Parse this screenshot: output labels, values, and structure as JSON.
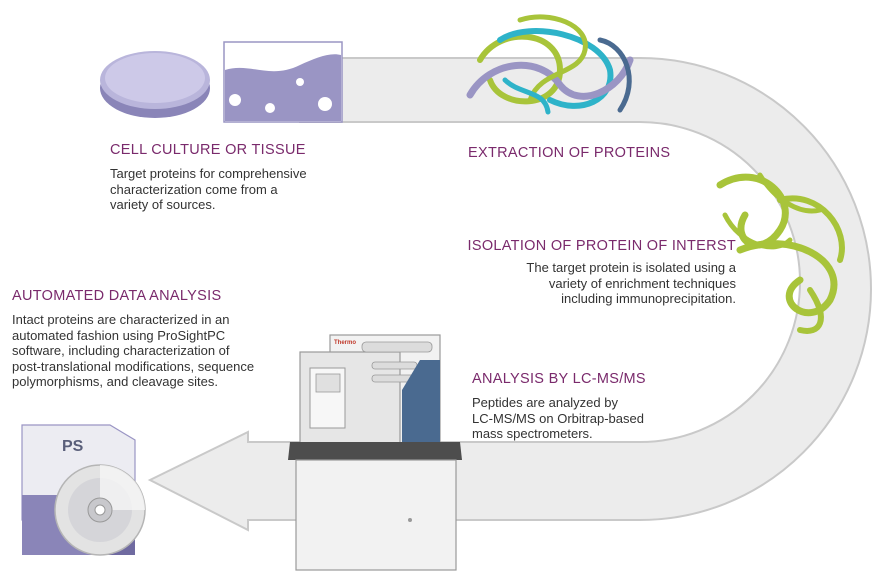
{
  "steps": {
    "cell_culture": {
      "title": "CELL CULTURE OR TISSUE",
      "lines": [
        "Target proteins for comprehensive",
        "characterization come from a",
        "variety of sources."
      ]
    },
    "extraction": {
      "title": "EXTRACTION OF PROTEINS"
    },
    "isolation": {
      "title": "ISOLATION OF PROTEIN OF INTERST",
      "lines": [
        "The target protein is isolated using a",
        "variety of enrichment techniques",
        "including immunoprecipitation."
      ]
    },
    "analysis": {
      "title": "ANALYSIS BY LC-MS/MS",
      "lines": [
        "Peptides are analyzed by",
        "LC-MS/MS on Orbitrap-based",
        "mass spectrometers."
      ]
    },
    "data_analysis": {
      "title": "AUTOMATED DATA ANALYSIS",
      "lines": [
        "Intact proteins are characterized in an",
        "automated fashion using ProSightPC",
        "software, including characterization of",
        "post-translational modifications, sequence",
        "polymorphisms, and cleavage sites."
      ]
    }
  },
  "instrument": {
    "brand": "Thermo"
  },
  "software_box": {
    "label": "PS"
  },
  "colors": {
    "title": "#7a2a6c",
    "body_text": "#333333",
    "arrow_fill": "#ececec",
    "arrow_stroke": "#c9c9c9",
    "lavender": "#9a95c4",
    "lime": "#a8c43a",
    "cyan": "#2eb3c9",
    "steel_blue": "#4a6a90"
  }
}
